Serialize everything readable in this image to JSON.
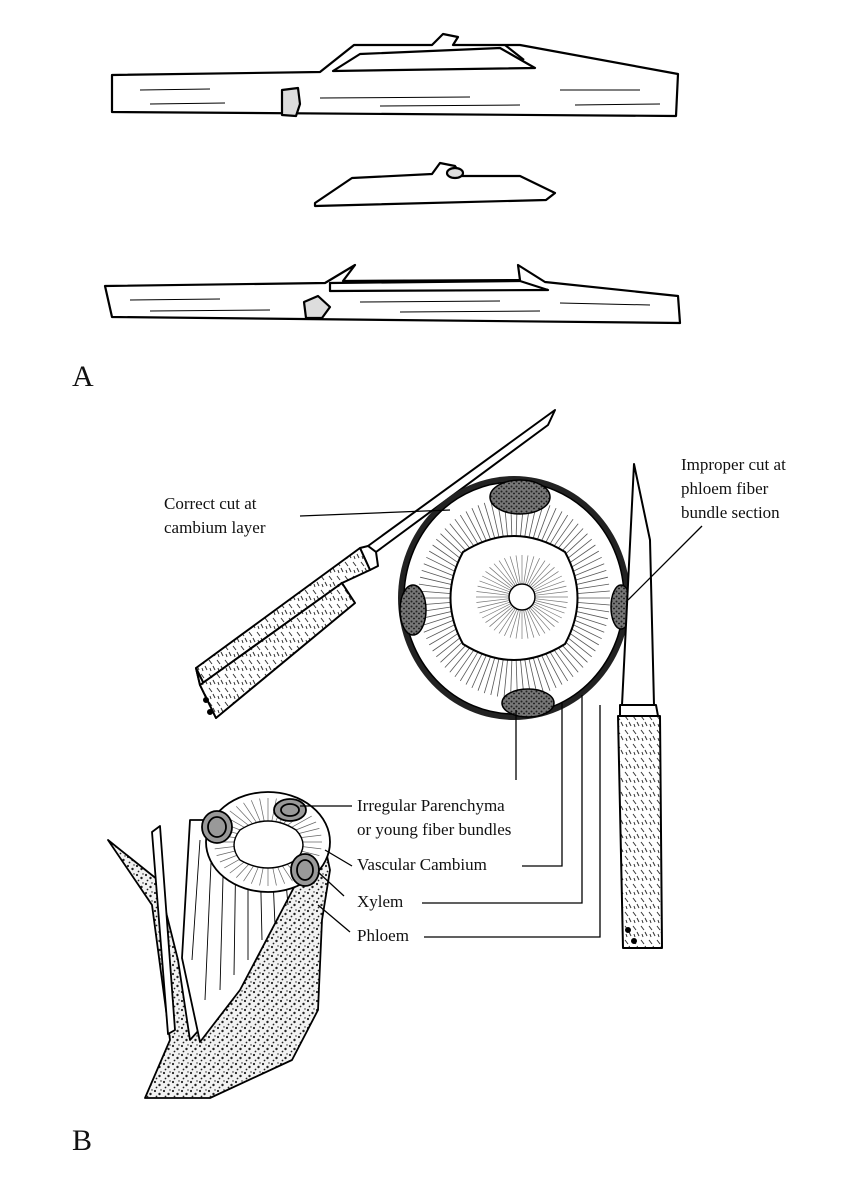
{
  "panels": {
    "a": {
      "letter": "A"
    },
    "b": {
      "letter": "B"
    }
  },
  "labels": {
    "correct_cut": {
      "line1": "Correct cut at",
      "line2": "cambium layer"
    },
    "improper_cut": {
      "line1": "Improper cut at",
      "line2": "phloem fiber",
      "line3": "bundle section"
    },
    "parenchyma": {
      "line1": "Irregular Parenchyma",
      "line2": "or young fiber bundles"
    },
    "vascular_cambium": "Vascular Cambium",
    "xylem": "Xylem",
    "phloem": "Phloem"
  }
}
